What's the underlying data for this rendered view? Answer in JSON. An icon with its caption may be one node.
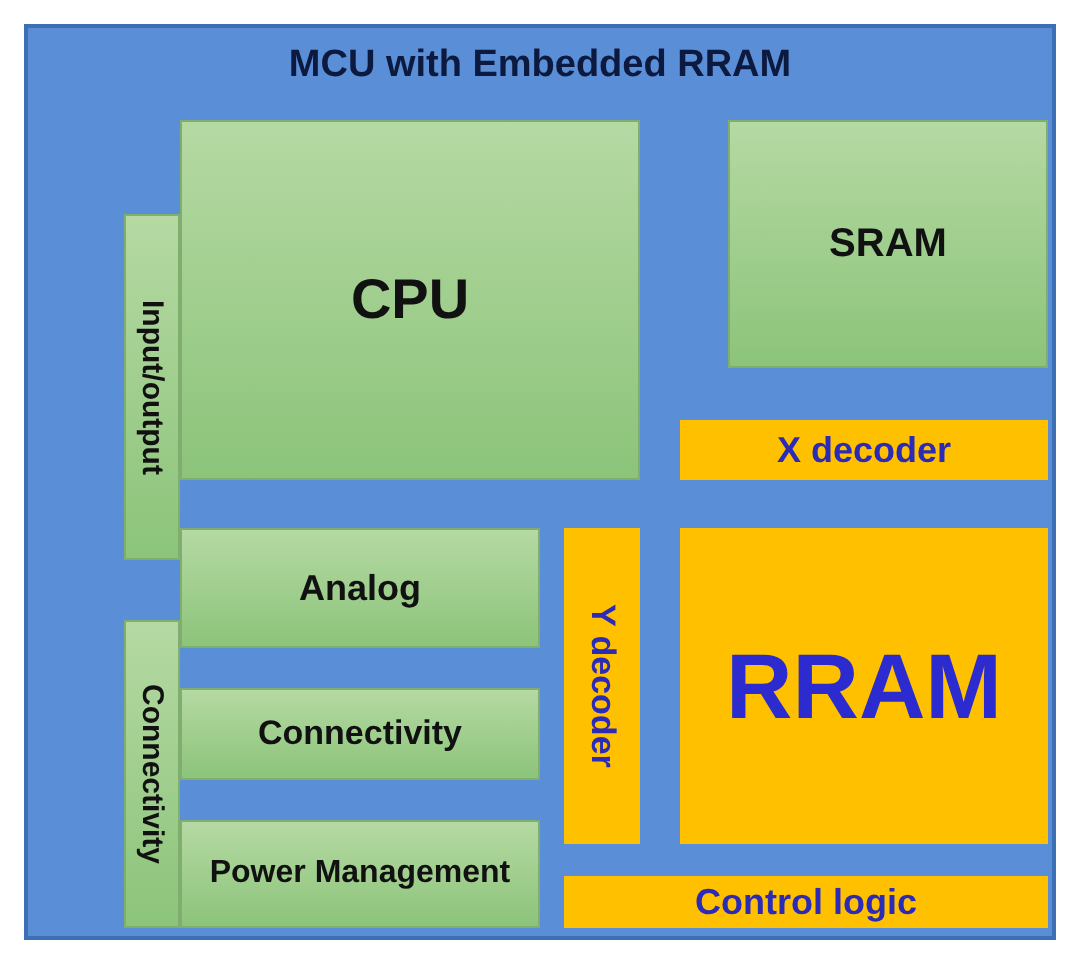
{
  "diagram": {
    "nodes": [
      {
        "text": [
          "MCU with Embedded RRAM"
        ]
      },
      {
        "text": [
          "Input/output"
        ],
        "in": 0
      },
      {
        "text": [
          "CPU"
        ],
        "in": 0
      },
      {
        "text": [
          "SRAM"
        ],
        "in": 0
      },
      {
        "text": [
          "X decoder"
        ],
        "in": 0
      },
      {
        "text": [
          "Analog"
        ],
        "in": 0
      },
      {
        "text": [
          "Y decoder"
        ],
        "in": 0
      },
      {
        "text": [
          "RRAM"
        ],
        "in": 0
      },
      {
        "text": [
          "Connectivity"
        ],
        "in": 0
      },
      {
        "text": [
          "Connectivity"
        ],
        "in": 0
      },
      {
        "text": [
          "Power Management"
        ],
        "in": 0
      },
      {
        "text": [
          "Control logic"
        ],
        "in": 0
      }
    ],
    "edges": []
  }
}
